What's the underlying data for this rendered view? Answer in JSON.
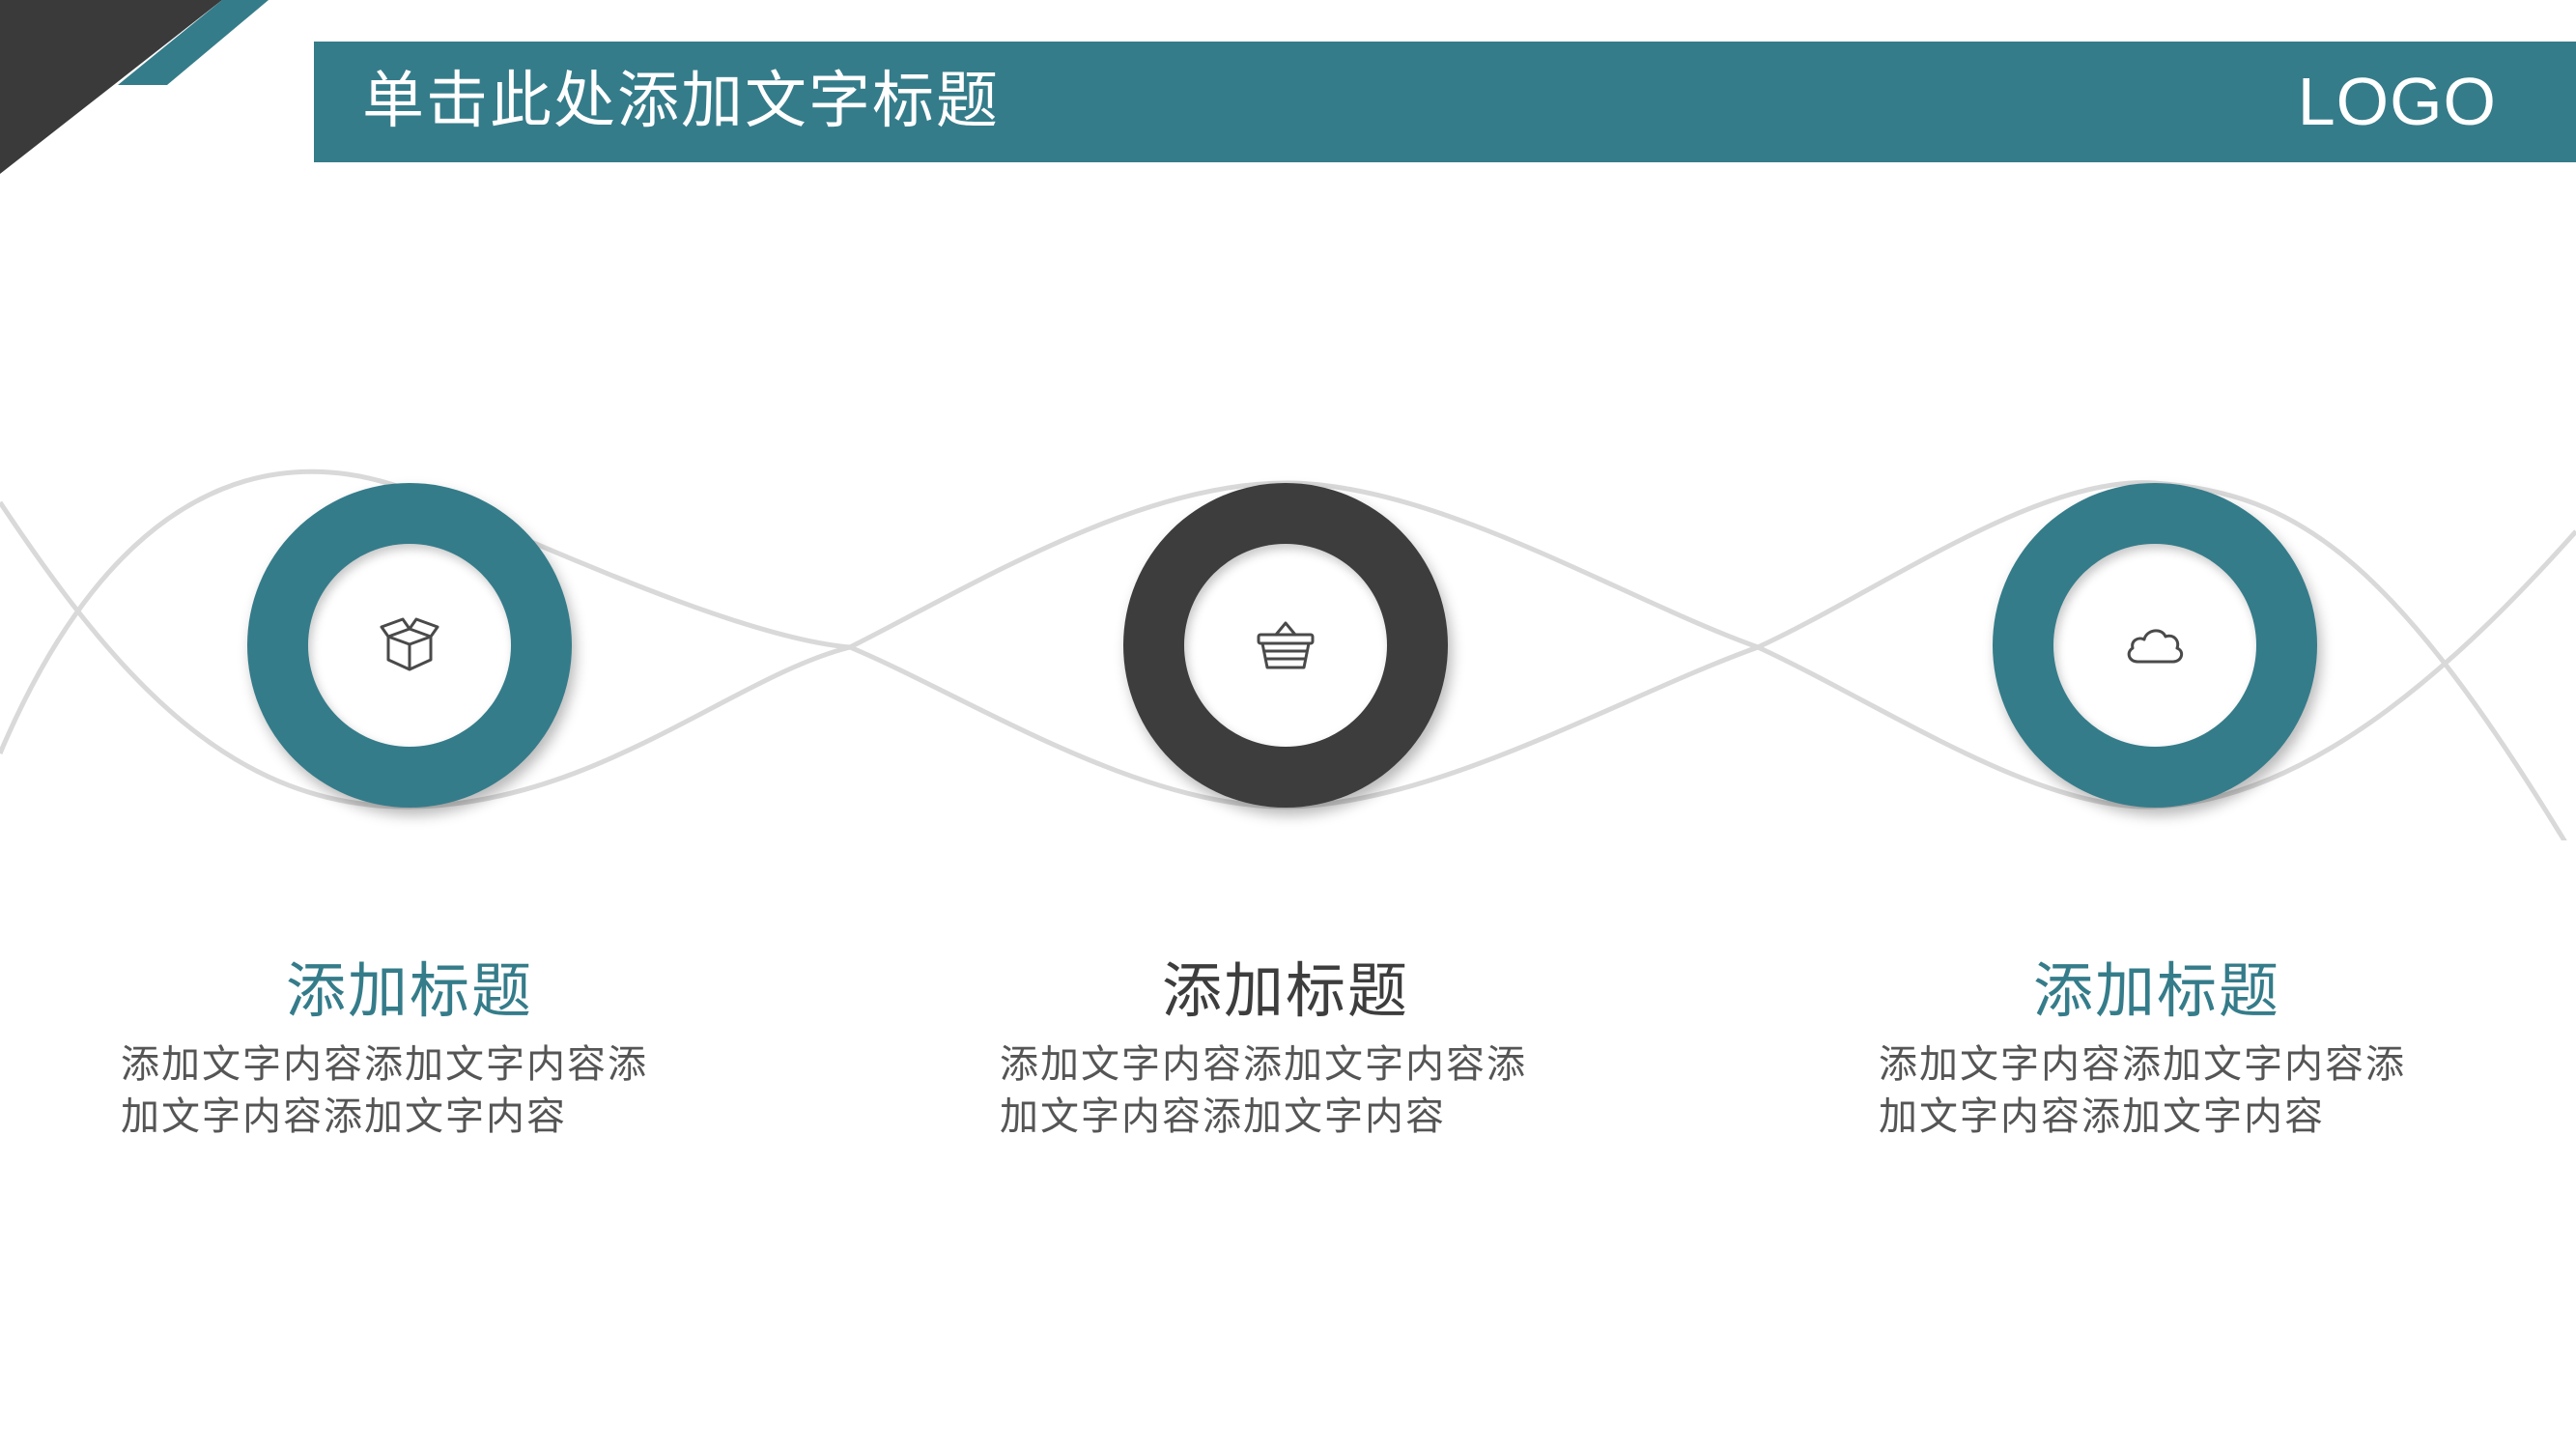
{
  "header": {
    "title": "单击此处添加文字标题",
    "logo": "LOGO"
  },
  "colors": {
    "accent": "#357c8a",
    "dark": "#3d3d3d",
    "corner_dark": "#3a3a3a",
    "wave": "#d9d9d9",
    "body_text": "#555555"
  },
  "items": [
    {
      "icon": "box-icon",
      "ring_color": "#357c8a",
      "title": "添加标题",
      "body_lines": [
        "添加文字内容添加文字内容添",
        "加文字内容添加文字内容"
      ]
    },
    {
      "icon": "basket-icon",
      "ring_color": "#3d3d3d",
      "title": "添加标题",
      "body_lines": [
        "添加文字内容添加文字内容添",
        "加文字内容添加文字内容"
      ]
    },
    {
      "icon": "cloud-icon",
      "ring_color": "#357c8a",
      "title": "添加标题",
      "body_lines": [
        "添加文字内容添加文字内容添",
        "加文字内容添加文字内容"
      ]
    }
  ]
}
